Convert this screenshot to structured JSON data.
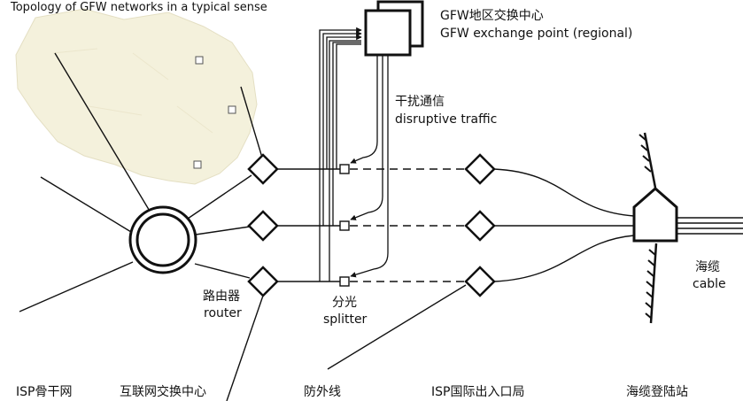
{
  "title": "Topology of GFW networks in a typical sense",
  "exchange_point": {
    "zh": "GFW地区交换中心",
    "en": "GFW exchange point (regional)"
  },
  "disruptive_traffic": {
    "zh": "干扰通信",
    "en": "disruptive traffic"
  },
  "router": {
    "zh": "路由器",
    "en": "router"
  },
  "splitter": {
    "zh": "分光",
    "en": "splitter"
  },
  "cable": {
    "zh": "海缆",
    "en": "cable"
  },
  "bottom_labels": {
    "isp_backbone": "ISP骨干网",
    "internet_exchange": "互联网交换中心",
    "border_line": "防外线",
    "isp_gateway": "ISP国际出入口局",
    "landing_station": "海缆登陆站"
  },
  "colors": {
    "line": "#111111",
    "map_fill": "#f4f1dc",
    "map_border": "#e4dfc3"
  }
}
